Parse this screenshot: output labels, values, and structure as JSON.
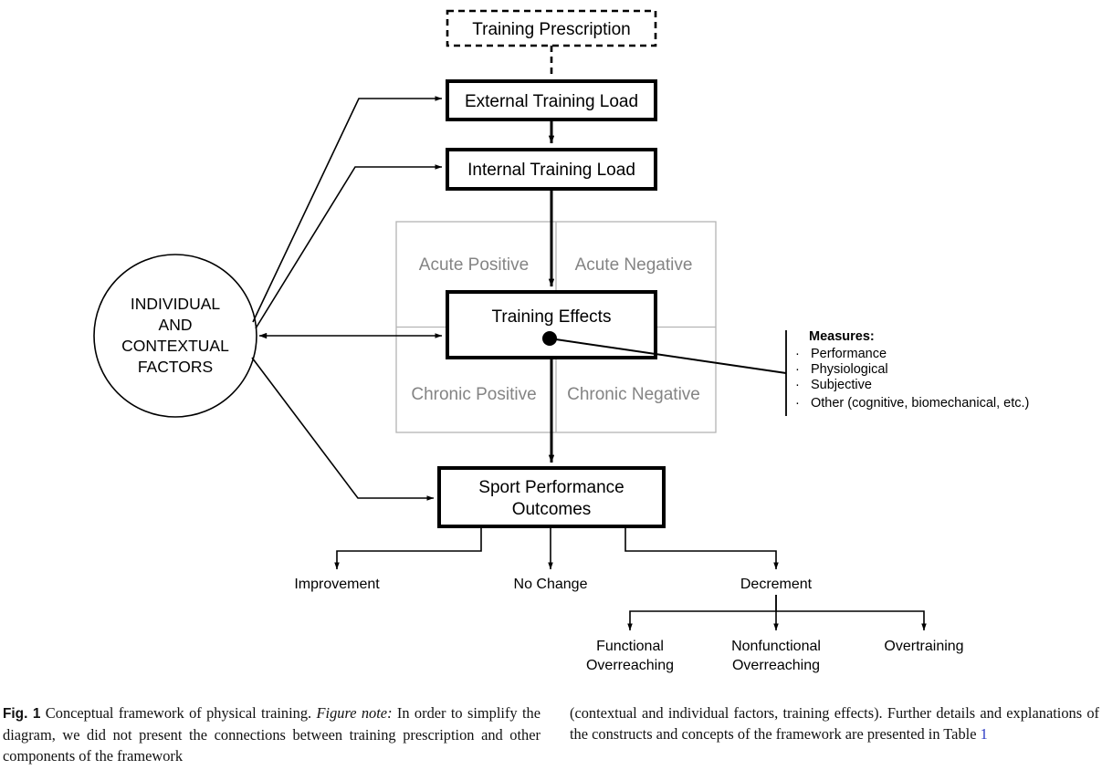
{
  "figure": {
    "nodes": {
      "training_prescription": "Training Prescription",
      "external_training_load": "External Training Load",
      "internal_training_load": "Internal Training Load",
      "training_effects": "Training Effects",
      "sport_performance_outcomes_line1": "Sport Performance",
      "sport_performance_outcomes_line2": "Outcomes",
      "circle_line1": "INDIVIDUAL",
      "circle_line2": "AND",
      "circle_line3": "CONTEXTUAL",
      "circle_line4": "FACTORS"
    },
    "quadrants": {
      "top_left": "Acute Positive",
      "top_right": "Acute Negative",
      "bottom_left": "Chronic Positive",
      "bottom_right": "Chronic Negative"
    },
    "measures": {
      "title": "Measures:",
      "items": [
        "Performance",
        "Physiological",
        "Subjective",
        "Other (cognitive, biomechanical, etc.)"
      ],
      "bullet": "·"
    },
    "outcomes": [
      "Improvement",
      "No Change",
      "Decrement"
    ],
    "decrement_children": [
      {
        "line1": "Functional",
        "line2": "Overreaching"
      },
      {
        "line1": "Nonfunctional",
        "line2": "Overreaching"
      },
      {
        "line1": "Overtraining",
        "line2": ""
      }
    ],
    "colors": {
      "stroke": "#000000",
      "quadrant_text": "#848484",
      "quadrant_border": "#b4b4b4",
      "link": "#2b39c4"
    }
  },
  "caption": {
    "fig_label": "Fig. 1",
    "left_part1": " Conceptual framework of physical training. ",
    "left_italic": "Figure note:",
    "left_part2": " In order to simplify the diagram, we did not present the connections between training prescription and other components of the framework",
    "right_part1": "(contextual and individual factors, training effects). Further details and explanations of the constructs and concepts of the framework are presented in Table ",
    "right_link": "1"
  }
}
